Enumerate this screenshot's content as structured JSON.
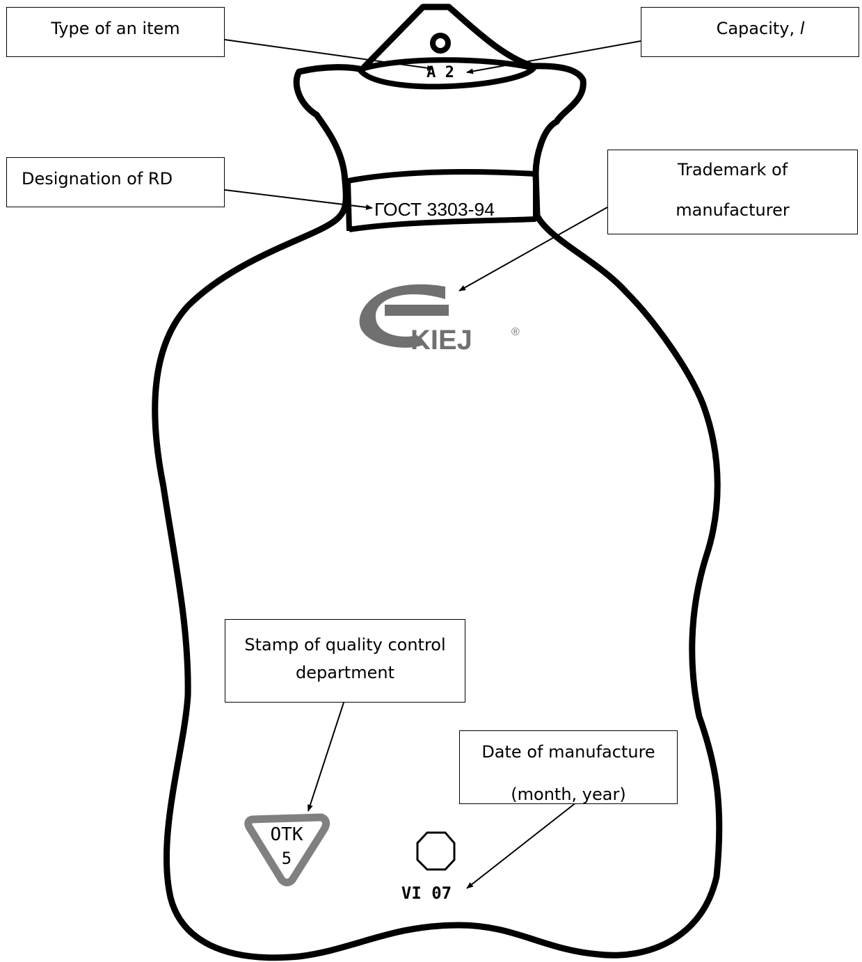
{
  "labels": {
    "type_of_item": "Type of an item",
    "capacity_prefix": "Capacity, ",
    "capacity_unit": "l",
    "designation_rd": "Designation of RD",
    "trademark_line1": "Trademark of",
    "trademark_line2": "manufacturer",
    "stamp_line1": "Stamp of quality control",
    "stamp_line2": "department",
    "date_line1": "Date of manufacture",
    "date_line2": "(month, year)"
  },
  "markings": {
    "type_capacity": "А 2",
    "gost": "ГОСТ 3303-94",
    "brand": "KIEJ",
    "brand_mark": "®",
    "otk_line1": "ОТК",
    "otk_line2": "5",
    "date_code": "VI 07"
  },
  "colors": {
    "outline": "#000000",
    "logo_gray": "#707070",
    "stamp_gray": "#808080"
  }
}
